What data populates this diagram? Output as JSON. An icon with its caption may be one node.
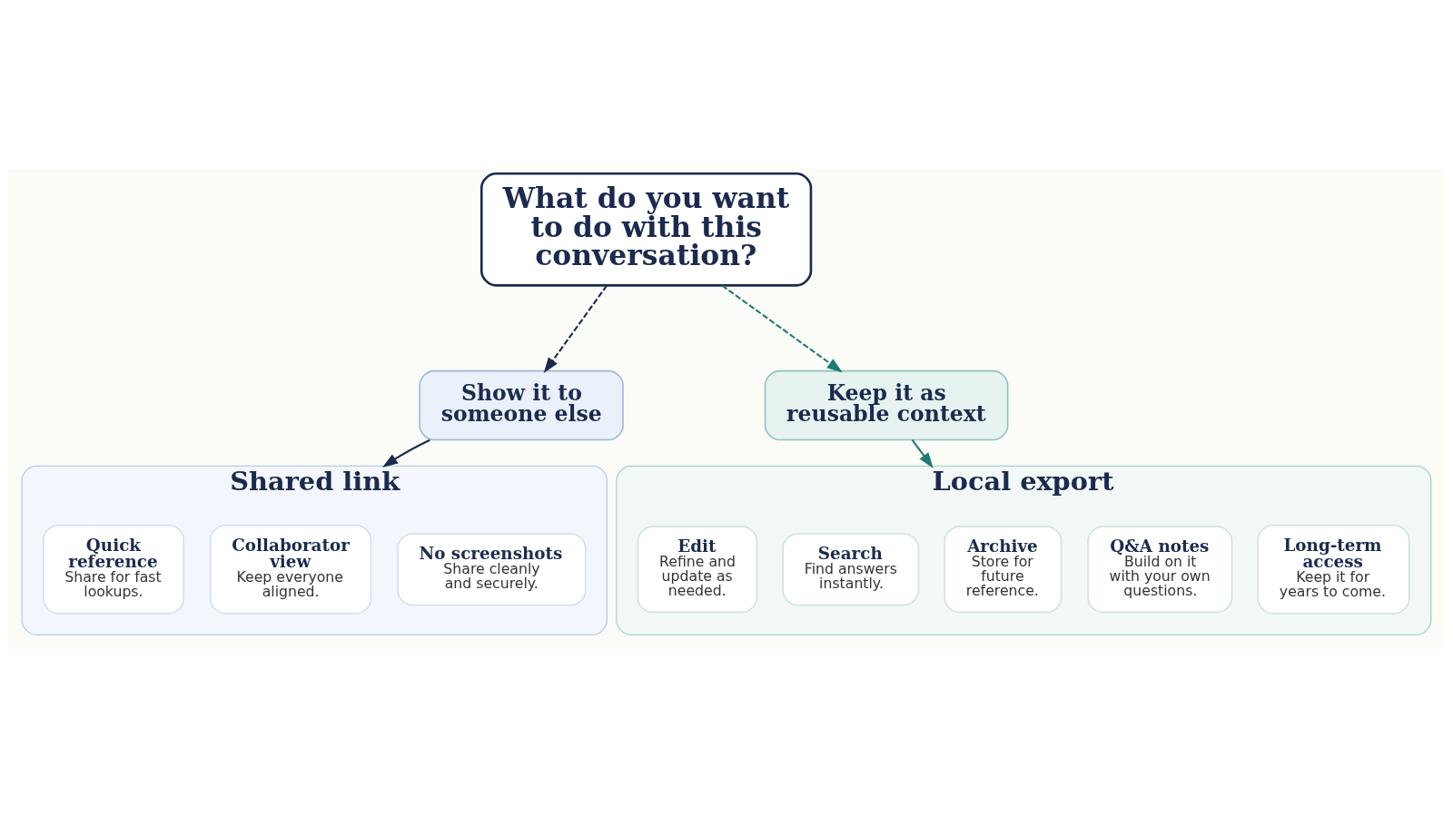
{
  "diagram": {
    "nodes": [
      {
        "text": [
          "What do you want to do with this conversation?"
        ]
      },
      {
        "text": [
          "Show it to someone else"
        ]
      },
      {
        "text": [
          "Keep it as reusable context"
        ]
      },
      {
        "text": [
          "Shared link"
        ]
      },
      {
        "text": [
          "Quick reference",
          "Share for fast lookups."
        ],
        "in": 3
      },
      {
        "text": [
          "Collaborator view",
          "Keep everyone aligned."
        ],
        "in": 3
      },
      {
        "text": [
          "No screenshots",
          "Share cleanly and securely."
        ],
        "in": 3
      },
      {
        "text": [
          "Local export"
        ]
      },
      {
        "text": [
          "Edit",
          "Refine and update as needed."
        ],
        "in": 7
      },
      {
        "text": [
          "Search",
          "Find answers instantly."
        ],
        "in": 7
      },
      {
        "text": [
          "Archive",
          "Store for future reference."
        ],
        "in": 7
      },
      {
        "text": [
          "Q&A notes",
          "Build on it with your own questions."
        ],
        "in": 7
      },
      {
        "text": [
          "Long-term access",
          "Keep it for years to come."
        ],
        "in": 7
      }
    ],
    "edges": [
      {
        "from": 0,
        "to": 1,
        "arrow": "to",
        "style": "dashed"
      },
      {
        "from": 0,
        "to": 2,
        "arrow": "to",
        "style": "dashed",
        "color": "#1f7a72"
      },
      {
        "from": 1,
        "to": 3,
        "arrow": "to"
      },
      {
        "from": 2,
        "to": 7,
        "arrow": "to",
        "color": "#1f7a72"
      }
    ]
  }
}
